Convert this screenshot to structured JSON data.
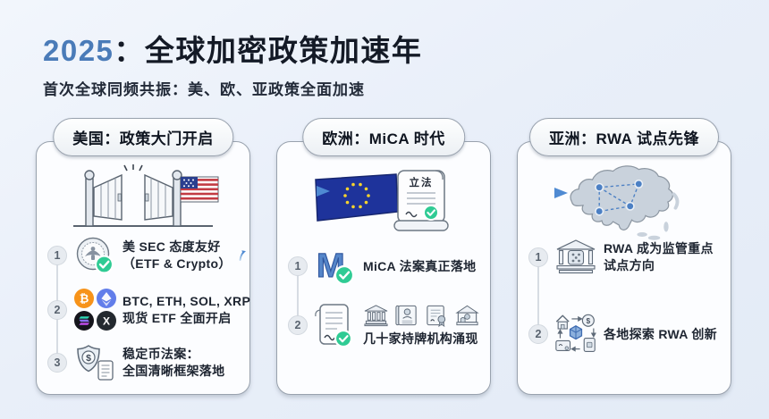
{
  "header": {
    "title_year": "2025",
    "title_rest": "：全球加密政策加速年",
    "subtitle": "首次全球同频共振：美、欧、亚政策全面加速"
  },
  "columns": [
    {
      "header": "美国：政策大门开启",
      "items": [
        {
          "num": "1",
          "line1": "美 SEC 态度友好",
          "line2": "（ETF & Crypto）"
        },
        {
          "num": "2",
          "line1": "BTC, ETH, SOL, XRP",
          "line2": "现货 ETF 全面开启"
        },
        {
          "num": "3",
          "line1": "稳定币法案：",
          "line2": "全国清晰框架落地"
        }
      ],
      "icons": {
        "btc_symbol": "₿",
        "xrp_symbol": "X",
        "shield_dollar": "$"
      }
    },
    {
      "header": "欧洲：MiCA 时代",
      "scroll_label": "立法",
      "mica_letter": "M",
      "items": [
        {
          "num": "1",
          "line1": "MiCA 法案真正落地"
        },
        {
          "num": "2",
          "line1": "几十家持牌机构涌现"
        }
      ]
    },
    {
      "header": "亚洲：RWA 试点先锋",
      "items": [
        {
          "num": "1",
          "line1": "RWA 成为监管重点",
          "line2": "试点方向"
        },
        {
          "num": "2",
          "line1": "各地探索 RWA 创新"
        }
      ],
      "icons": {
        "coin_dollar": "$"
      }
    }
  ],
  "colors": {
    "accent_blue": "#4a7bb8",
    "check_green": "#2fcb94",
    "arrow_blue": "#4f8ad2",
    "eu_flag_blue": "#1e339b",
    "btc_orange": "#f7931a"
  }
}
